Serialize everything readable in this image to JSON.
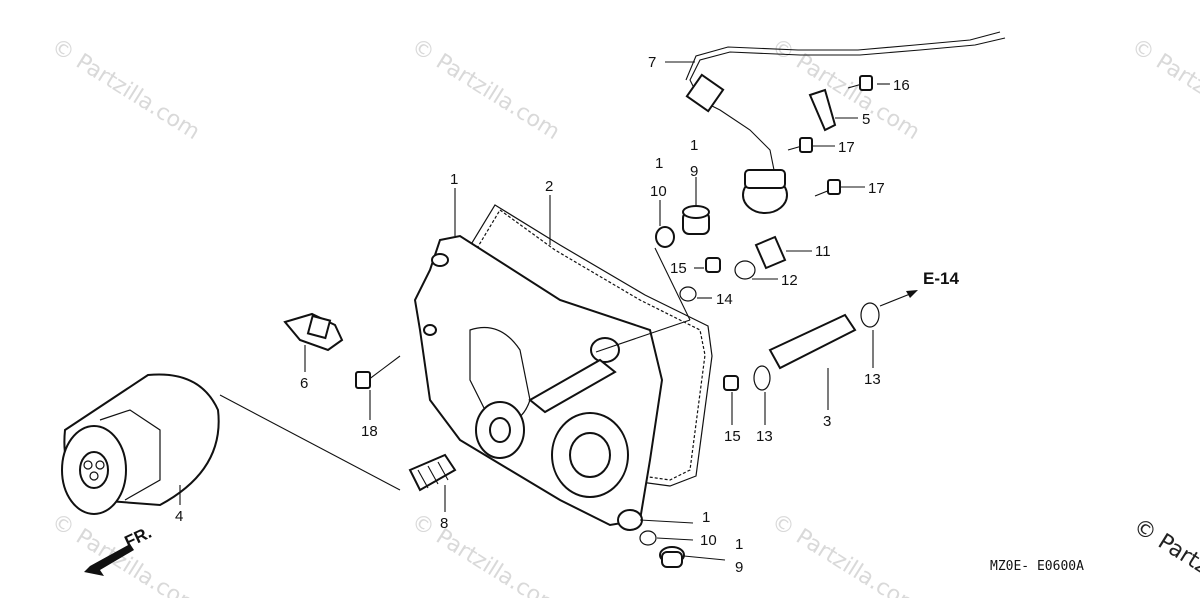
{
  "watermark": {
    "text": "© Partzilla.com",
    "corner_text": "© Partz"
  },
  "diagram_code": "MZ0E- E0600A",
  "reference": "E-14",
  "front_marker": "FR.",
  "callouts": [
    {
      "id": "c1a",
      "text": "1"
    },
    {
      "id": "c2",
      "text": "2"
    },
    {
      "id": "c1b",
      "text": "1"
    },
    {
      "id": "c10a",
      "text": "10"
    },
    {
      "id": "c1c",
      "text": "1"
    },
    {
      "id": "c9a",
      "text": "9"
    },
    {
      "id": "c7",
      "text": "7"
    },
    {
      "id": "c16",
      "text": "16"
    },
    {
      "id": "c5",
      "text": "5"
    },
    {
      "id": "c17a",
      "text": "17"
    },
    {
      "id": "c17b",
      "text": "17"
    },
    {
      "id": "c11",
      "text": "11"
    },
    {
      "id": "c12",
      "text": "12"
    },
    {
      "id": "c15a",
      "text": "15"
    },
    {
      "id": "c14",
      "text": "14"
    },
    {
      "id": "c6",
      "text": "6"
    },
    {
      "id": "c18",
      "text": "18"
    },
    {
      "id": "c4",
      "text": "4"
    },
    {
      "id": "c8",
      "text": "8"
    },
    {
      "id": "c15b",
      "text": "15"
    },
    {
      "id": "c13a",
      "text": "13"
    },
    {
      "id": "c3",
      "text": "3"
    },
    {
      "id": "c13b",
      "text": "13"
    },
    {
      "id": "c1d",
      "text": "1"
    },
    {
      "id": "c10b",
      "text": "10"
    },
    {
      "id": "c1e",
      "text": "1"
    },
    {
      "id": "c9b",
      "text": "9"
    }
  ]
}
